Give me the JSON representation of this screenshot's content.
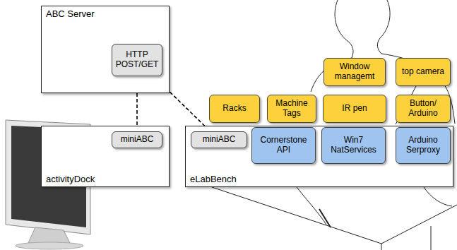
{
  "diagram": {
    "nodes": [
      {
        "text": [
          "ABC Server"
        ]
      },
      {
        "text": [
          "HTTP POST/GET"
        ],
        "in": 0
      },
      {
        "text": [
          "Window managemt"
        ]
      },
      {
        "text": [
          "top camera"
        ]
      },
      {
        "text": [
          "Racks"
        ]
      },
      {
        "text": [
          "Machine Tags"
        ]
      },
      {
        "text": [
          "IR pen"
        ]
      },
      {
        "text": [
          "Button/ Arduino"
        ]
      },
      {
        "text": [
          "activityDock"
        ]
      },
      {
        "text": [
          "miniABC"
        ],
        "in": 8
      },
      {
        "text": [
          "eLabBench"
        ]
      },
      {
        "text": [
          "miniABC"
        ],
        "in": 10
      },
      {
        "text": [
          "Cornerstone API"
        ],
        "in": 10
      },
      {
        "text": [
          "Win7 NatServices"
        ],
        "in": 10
      },
      {
        "text": [
          "Arduino Serproxy"
        ],
        "in": 10
      }
    ],
    "edges": [
      {
        "from": 1,
        "to": 9,
        "arrow": "none"
      },
      {
        "from": 1,
        "to": 11,
        "arrow": "none"
      }
    ]
  }
}
